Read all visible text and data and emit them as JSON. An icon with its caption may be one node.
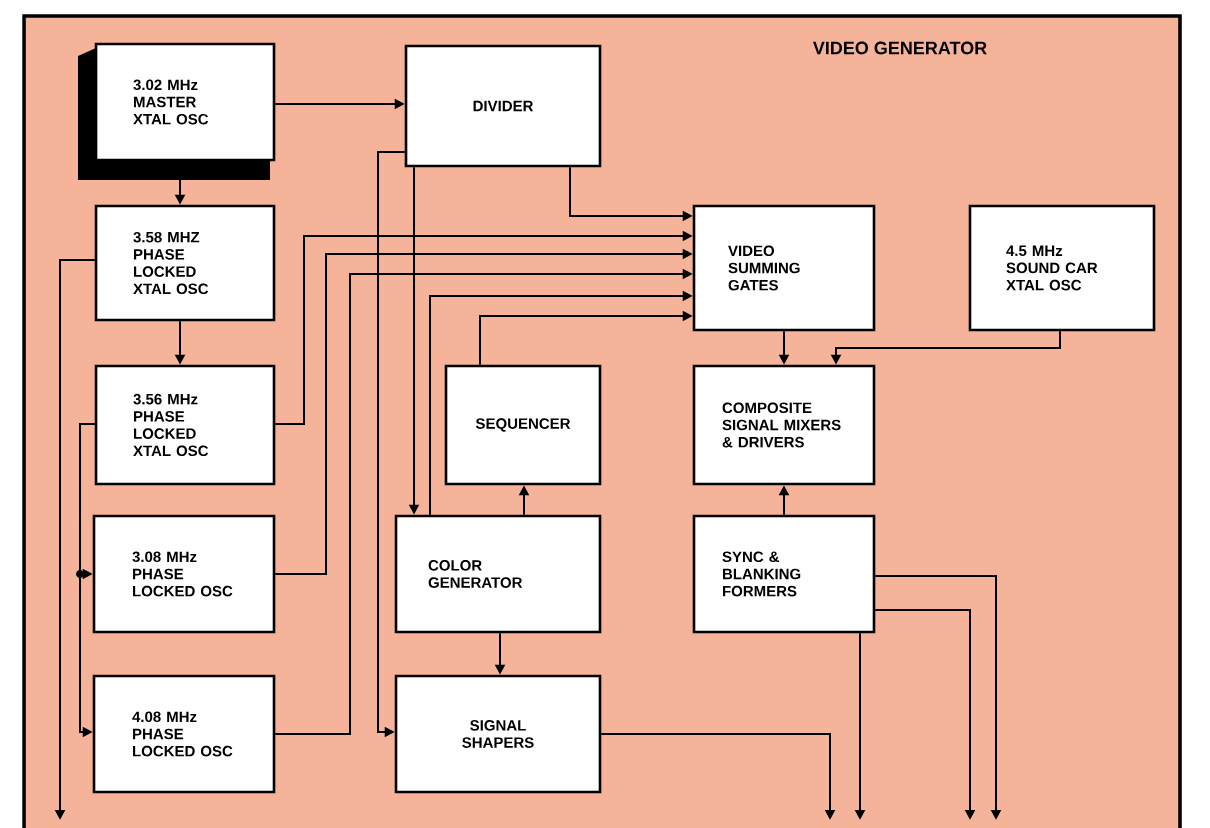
{
  "diagram": {
    "nodes": [
      {
        "text": [
          "VIDEO GENERATOR"
        ]
      },
      {
        "text": [
          "3.02 MHz MASTER XTAL OSC"
        ],
        "in": 0
      },
      {
        "text": [
          "3.58 MHZ PHASE LOCKED XTAL OSC"
        ],
        "in": 0
      },
      {
        "text": [
          "3.56 MHz PHASE LOCKED XTAL OSC"
        ],
        "in": 0
      },
      {
        "text": [
          "3.08 MHz PHASE LOCKED OSC"
        ],
        "in": 0
      },
      {
        "text": [
          "4.08 MHz PHASE LOCKED OSC"
        ],
        "in": 0
      },
      {
        "text": [
          "DIVIDER"
        ],
        "in": 0
      },
      {
        "text": [
          "VIDEO SUMMING GATES"
        ],
        "in": 0
      },
      {
        "text": [
          "4.5 MHz SOUND CAR XTAL OSC"
        ],
        "in": 0
      },
      {
        "text": [
          "SEQUENCER"
        ],
        "in": 0
      },
      {
        "text": [
          "COMPOSITE SIGNAL MIXERS & DRIVERS"
        ],
        "in": 0
      },
      {
        "text": [
          "COLOR GENERATOR"
        ],
        "in": 0
      },
      {
        "text": [
          "SYNC & BLANKING FORMERS"
        ],
        "in": 0
      },
      {
        "text": [
          "SIGNAL SHAPERS"
        ],
        "in": 0
      }
    ],
    "edges": [
      {
        "from": 1,
        "to": 6,
        "arrow": "to"
      },
      {
        "from": 1,
        "to": 2,
        "arrow": "to"
      },
      {
        "from": 2,
        "to": 3,
        "arrow": "to"
      },
      {
        "from": 2,
        "to": null,
        "arrow": "to"
      },
      {
        "from": 3,
        "to": 4,
        "arrow": "to"
      },
      {
        "from": 3,
        "to": 5,
        "arrow": "to"
      },
      {
        "from": 3,
        "to": 7,
        "arrow": "to"
      },
      {
        "from": 4,
        "to": 7,
        "arrow": "to"
      },
      {
        "from": 5,
        "to": 7,
        "arrow": "to"
      },
      {
        "from": 6,
        "to": 7,
        "arrow": "to"
      },
      {
        "from": 6,
        "to": 11,
        "arrow": "to"
      },
      {
        "from": 6,
        "to": 13,
        "arrow": "to"
      },
      {
        "from": 11,
        "to": 7,
        "arrow": "to"
      },
      {
        "from": 9,
        "to": 7,
        "arrow": "to"
      },
      {
        "from": 11,
        "to": 9,
        "arrow": "to"
      },
      {
        "from": 11,
        "to": 13,
        "arrow": "to"
      },
      {
        "from": 7,
        "to": 10,
        "arrow": "to"
      },
      {
        "from": 8,
        "to": 10,
        "arrow": "to"
      },
      {
        "from": 12,
        "to": 10,
        "arrow": "to"
      },
      {
        "from": 13,
        "to": null,
        "arrow": "to"
      },
      {
        "from": 12,
        "to": null,
        "arrow": "to"
      },
      {
        "from": 12,
        "to": null,
        "arrow": "to"
      },
      {
        "from": 12,
        "to": null,
        "arrow": "to"
      }
    ]
  }
}
